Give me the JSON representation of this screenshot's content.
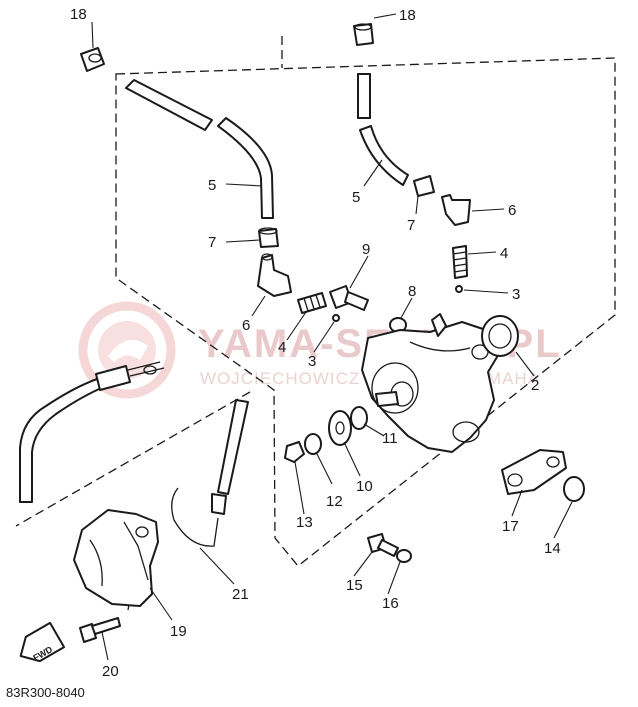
{
  "watermark": {
    "brand": "YAMA-SERVIS.PL",
    "owner": "WOJCIECHOWICZ ZBIGNIEW YAMAHA"
  },
  "diagram_code": "83R300-8040",
  "fwd_label": "FWD",
  "part_labels": {
    "p2": "2",
    "p3a": "3",
    "p3b": "3",
    "p4a": "4",
    "p4b": "4",
    "p5a": "5",
    "p5b": "5",
    "p6a": "6",
    "p6b": "6",
    "p7a": "7",
    "p7b": "7",
    "p8": "8",
    "p9": "9",
    "p10": "10",
    "p11": "11",
    "p12": "12",
    "p13": "13",
    "p14": "14",
    "p15": "15",
    "p16": "16",
    "p17": "17",
    "p18a": "18",
    "p18b": "18",
    "p19": "19",
    "p20": "20",
    "p21": "21"
  },
  "colors": {
    "line": "#1a1a1a",
    "watermark": "#e9c9c9",
    "watermark_logo": "#f0caca"
  }
}
